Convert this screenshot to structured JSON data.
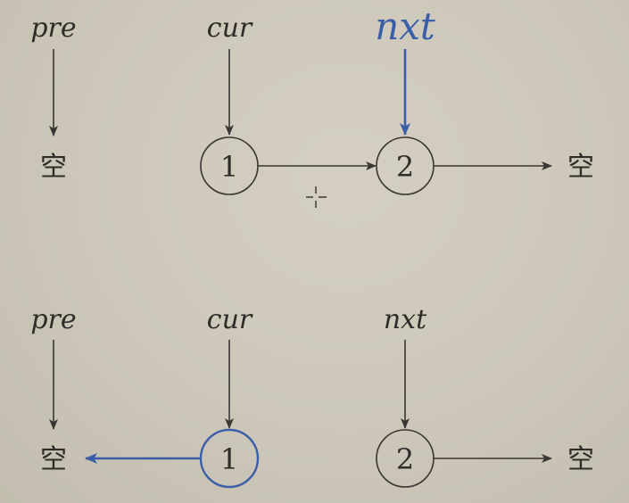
{
  "colors": {
    "ink": "#3a3632",
    "accent": "#3b5ea8"
  },
  "top_row": {
    "pre_label": "pre",
    "cur_label": "cur",
    "nxt_label": "nxt",
    "null_left": "空",
    "null_right": "空",
    "node1_value": "1",
    "node2_value": "2"
  },
  "bottom_row": {
    "pre_label": "pre",
    "cur_label": "cur",
    "nxt_label": "nxt",
    "null_left": "空",
    "null_right": "空",
    "node1_value": "1",
    "node2_value": "2"
  },
  "cursor_icon": "crosshair-cursor-icon"
}
